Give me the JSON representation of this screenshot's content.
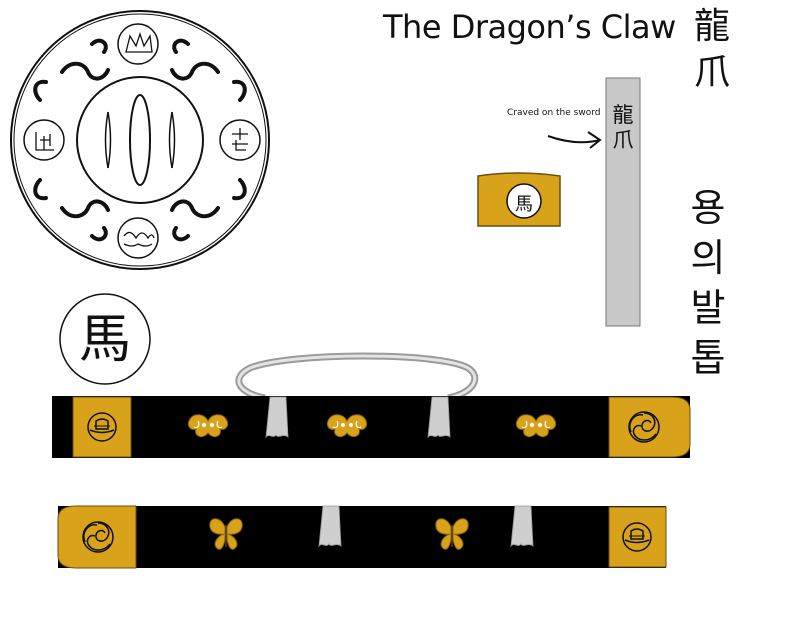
{
  "title": "The Dragon’s Claw",
  "hanja_name": [
    "龍",
    "爪"
  ],
  "korean_name": [
    "용",
    "의",
    "발",
    "톱"
  ],
  "engraving": {
    "label": "Craved on the sword",
    "text": [
      "龍",
      "爪"
    ]
  },
  "emblem_character": "馬",
  "band_character": "馬",
  "colors": {
    "gold": "#d9a21b",
    "lacquer": "#000000",
    "blade_gray": "#c8c8c8",
    "outline": "#111111",
    "tie": "#cfcfcf"
  },
  "icons": {
    "guard": "tsuba-guard-icon",
    "mon": "tomoe-swirl-icon",
    "hat": "gat-hat-icon",
    "bat": "bat-ornament-icon",
    "butterfly": "butterfly-ornament-icon"
  }
}
